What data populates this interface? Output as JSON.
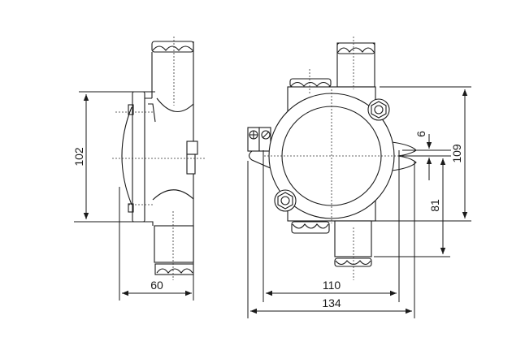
{
  "side_view": {
    "height_label": "102",
    "depth_label": "60"
  },
  "front_view": {
    "gap_label": "6",
    "total_height_label": "109",
    "lower_height_label": "81",
    "mount_width_label": "110",
    "overall_width_label": "134"
  }
}
